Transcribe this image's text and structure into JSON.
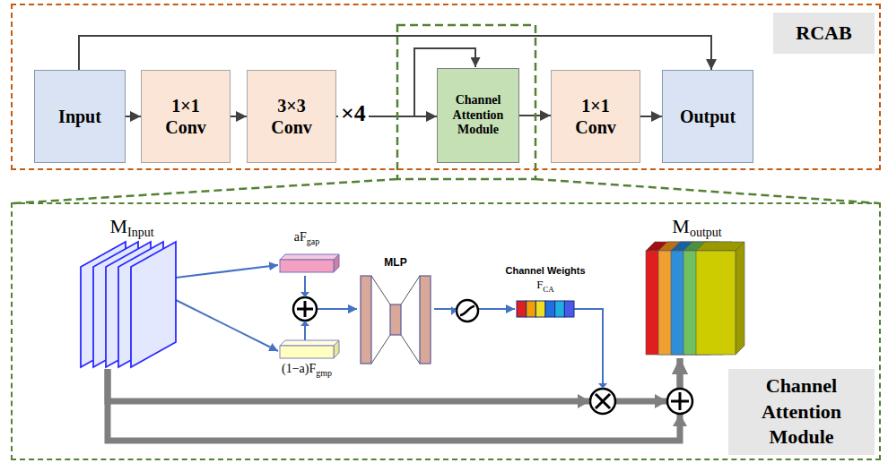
{
  "diagram": {
    "nodes": [
      {
        "text": [
          "RCAB"
        ]
      },
      {
        "text": [
          "Input"
        ],
        "in": 0
      },
      {
        "text": [
          "1×1 Conv"
        ],
        "in": 0
      },
      {
        "text": [
          "3×3 Conv"
        ],
        "in": 0
      },
      {
        "text": [
          "Channel Attention Module"
        ],
        "in": 0
      },
      {
        "text": [
          "1×1 Conv"
        ],
        "in": 0
      },
      {
        "text": [
          "Output"
        ],
        "in": 0
      },
      {
        "text": [
          "Channel Attention Module"
        ]
      },
      {
        "text": [
          "M",
          "Input"
        ],
        "in": 7
      },
      {
        "text": [
          "aF",
          "gap"
        ],
        "in": 7
      },
      {
        "text": [
          "(1−a)F",
          "gmp"
        ],
        "in": 7
      },
      {
        "text": [
          "MLP"
        ],
        "in": 7
      },
      {
        "text": [
          "Channel Weights",
          "F",
          "CA"
        ],
        "in": 7
      },
      {
        "text": [
          "M",
          "output"
        ],
        "in": 7
      }
    ],
    "edges": [
      {
        "from": 1,
        "to": 2,
        "arrow": "to"
      },
      {
        "from": 2,
        "to": 3,
        "arrow": "to"
      },
      {
        "from": 3,
        "to": 4,
        "arrow": "to"
      },
      {
        "from": 4,
        "to": 5,
        "arrow": "to"
      },
      {
        "from": 5,
        "to": 6,
        "arrow": "to"
      },
      {
        "from": 1,
        "to": 6,
        "arrow": "to"
      },
      {
        "from": 8,
        "to": 9,
        "arrow": "to"
      },
      {
        "from": 8,
        "to": 10,
        "arrow": "to"
      },
      {
        "from": 9,
        "to": 11,
        "arrow": "to"
      },
      {
        "from": 10,
        "to": 11,
        "arrow": "to"
      },
      {
        "from": 11,
        "to": 12,
        "arrow": "to"
      },
      {
        "from": 12,
        "to": 13,
        "arrow": "to"
      },
      {
        "from": 8,
        "to": 13,
        "arrow": "to"
      },
      {
        "from": 8,
        "to": 13,
        "arrow": "to"
      }
    ],
    "labels": [
      "×4"
    ]
  }
}
